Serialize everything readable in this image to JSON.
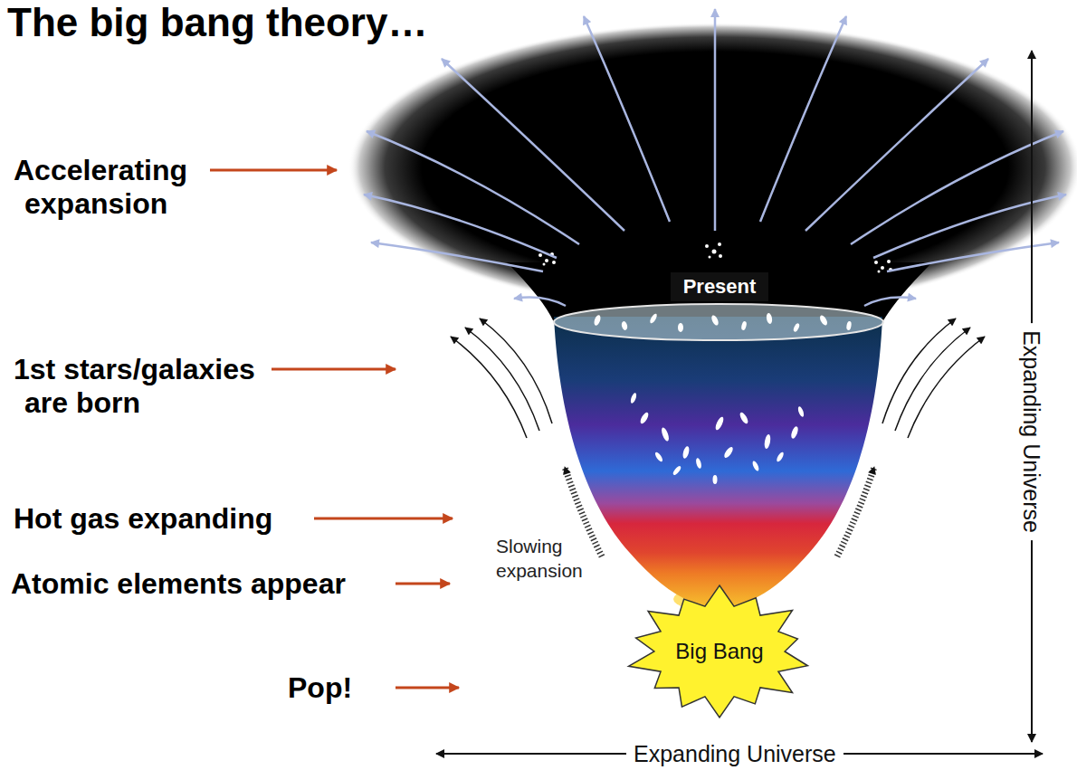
{
  "diagram": {
    "title": "The big bang theory…",
    "nodes": [
      {
        "text": [
          "Present"
        ]
      },
      {
        "text": [
          "Big Bang"
        ]
      }
    ],
    "labels": [
      "Accelerating expansion",
      "1st stars/galaxies are born",
      "Hot gas expanding",
      "Atomic elements appear",
      "Pop!",
      "Slowing expansion",
      "Expanding Universe",
      "Expanding Universe"
    ]
  }
}
